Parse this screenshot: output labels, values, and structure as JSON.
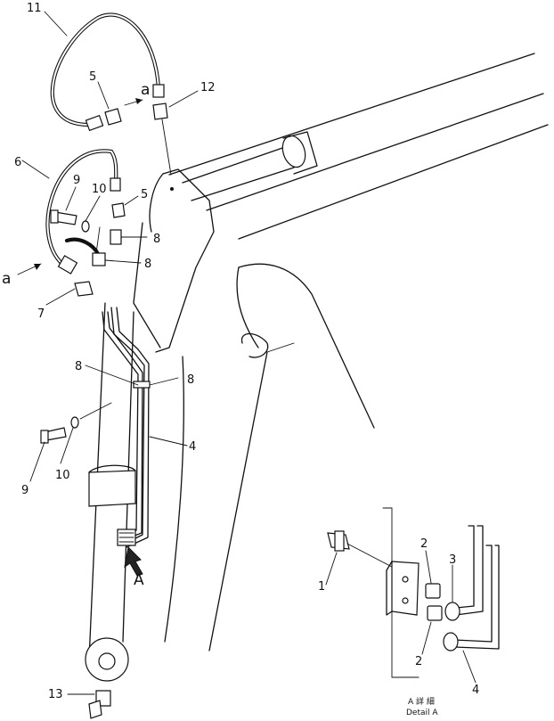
{
  "labels": {
    "n1": "1",
    "n2a": "2",
    "n2b": "2",
    "n3": "3",
    "n4a": "4",
    "n4b": "4",
    "n5a": "5",
    "n5b": "5",
    "n6": "6",
    "n7": "7",
    "n8a": "8",
    "n8b": "8",
    "n8c": "8",
    "n8d": "8",
    "n9a": "9",
    "n9b": "9",
    "n10a": "10",
    "n10b": "10",
    "n11": "11",
    "n12": "12",
    "n13": "13",
    "a_left": "a",
    "a_top": "a",
    "view_A": "A",
    "detail_jp": "A 詳 細",
    "detail_en": "Detail A"
  }
}
